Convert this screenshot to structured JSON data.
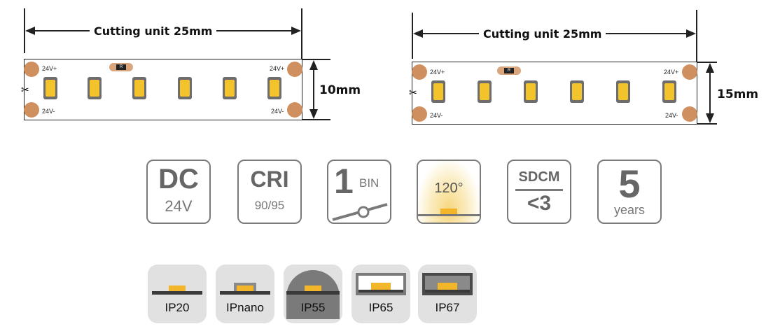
{
  "strips": [
    {
      "cutting_unit": "Cutting unit  25mm",
      "width": "10mm",
      "voltage_pos": "24V+",
      "voltage_neg": "24V-",
      "resistor_code": "R"
    },
    {
      "cutting_unit": "Cutting unit  25mm",
      "width": "15mm",
      "voltage_pos": "24V+",
      "voltage_neg": "24V-",
      "resistor_code": "R"
    }
  ],
  "specs": [
    {
      "main": "DC",
      "sub": "24V"
    },
    {
      "main": "CRI",
      "sub": "90/95"
    },
    {
      "main": "1",
      "sub": "BIN"
    },
    {
      "main": "120°"
    },
    {
      "main": "SDCM",
      "sub": "<3"
    },
    {
      "main": "5",
      "sub": "years"
    }
  ],
  "ip_ratings": [
    "IP20",
    "IPnano",
    "IP55",
    "IP65",
    "IP67"
  ],
  "colors": {
    "led_yellow": "#f3c32b",
    "pad_copper": "#cf8f5e",
    "icon_border": "#7a7a7a",
    "ip_bg": "#e1e1e1"
  }
}
